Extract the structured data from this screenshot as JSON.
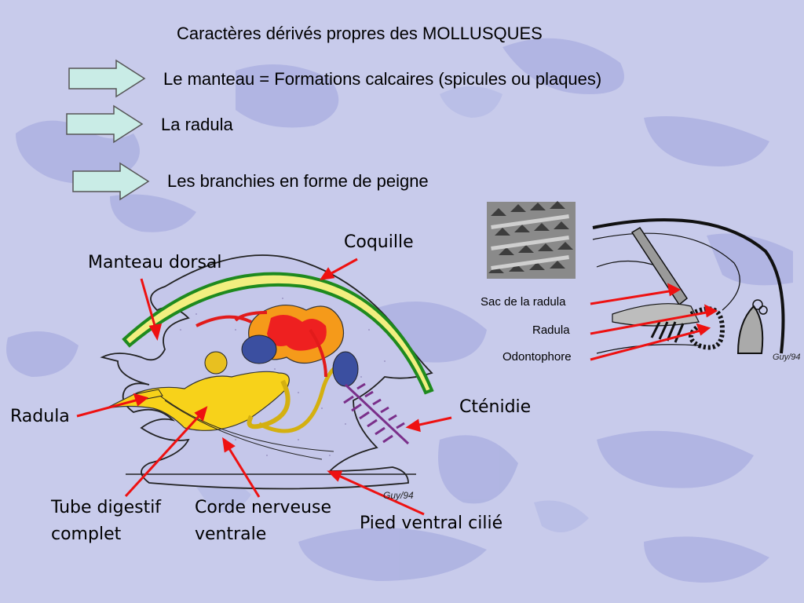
{
  "title": "Caractères dérivés propres des MOLLUSQUES",
  "bullets": [
    "Le manteau = Formations calcaires (spicules ou plaques)",
    "La radula",
    "Les branchies en forme de peigne"
  ],
  "left_diagram": {
    "labels": {
      "coquille": "Coquille",
      "manteau": "Manteau dorsal",
      "radula": "Radula",
      "ctenidie": "Cténidie",
      "tube1": "Tube digestif",
      "tube2": "complet",
      "corde1": "Corde nerveuse",
      "corde2": "ventrale",
      "pied": "Pied ventral cilié",
      "signature": "Guy/94"
    }
  },
  "right_diagram": {
    "labels": {
      "sac": "Sac de la radula",
      "radula": "Radula",
      "odonto": "Odontophore",
      "signature": "Guy/94"
    }
  },
  "colors": {
    "background": "#c8cbeb",
    "arrow_fill": "#c9ece6",
    "pointer_red": "#ee1111",
    "shell_yellow": "#f2ef80",
    "shell_green": "#2a9a2a"
  }
}
